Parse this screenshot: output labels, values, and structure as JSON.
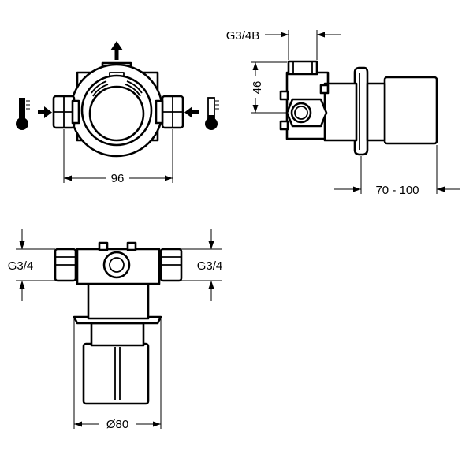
{
  "drawing": {
    "front_view": {
      "dim_width": "96",
      "hot_icon": "thermometer-hot-icon",
      "cold_icon": "thermometer-cold-icon",
      "outlet_icon": "arrow-up-icon",
      "inlet_icons": [
        "arrow-right-icon",
        "arrow-left-icon"
      ]
    },
    "side_view": {
      "dim_thread": "G3/4B",
      "dim_height": "46",
      "dim_depth": "70 - 100"
    },
    "top_view": {
      "dim_left_thread": "G3/4",
      "dim_right_thread": "G3/4",
      "dim_diameter": "Ø80"
    }
  }
}
